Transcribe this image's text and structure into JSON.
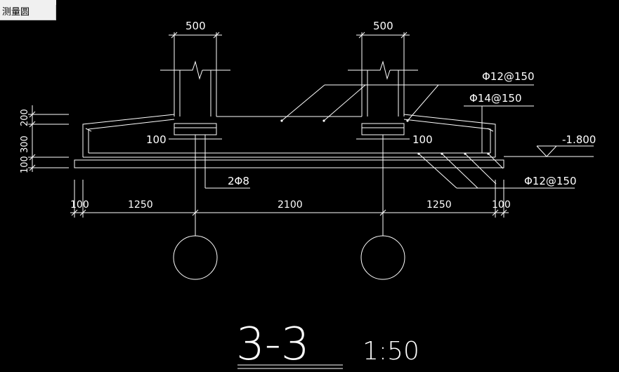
{
  "tab": {
    "label": "测量圆"
  },
  "drawing": {
    "column_width": "500",
    "rebar_top": "Φ12@150",
    "rebar_right": "Φ14@150",
    "rebar_bottom": "Φ12@150",
    "stirrup": "2Φ8",
    "elevation": "-1.800",
    "cover_left": "100",
    "cover_right": "100",
    "vertical_dims": [
      "200",
      "300",
      "100"
    ],
    "horizontal_dims": [
      "100",
      "1250",
      "2100",
      "1250",
      "100"
    ],
    "section_title": "3-3",
    "scale": "1:50"
  },
  "colors": {
    "background": "#000000",
    "lines": "#ffffff",
    "tab_bg": "#f0f0f0"
  }
}
